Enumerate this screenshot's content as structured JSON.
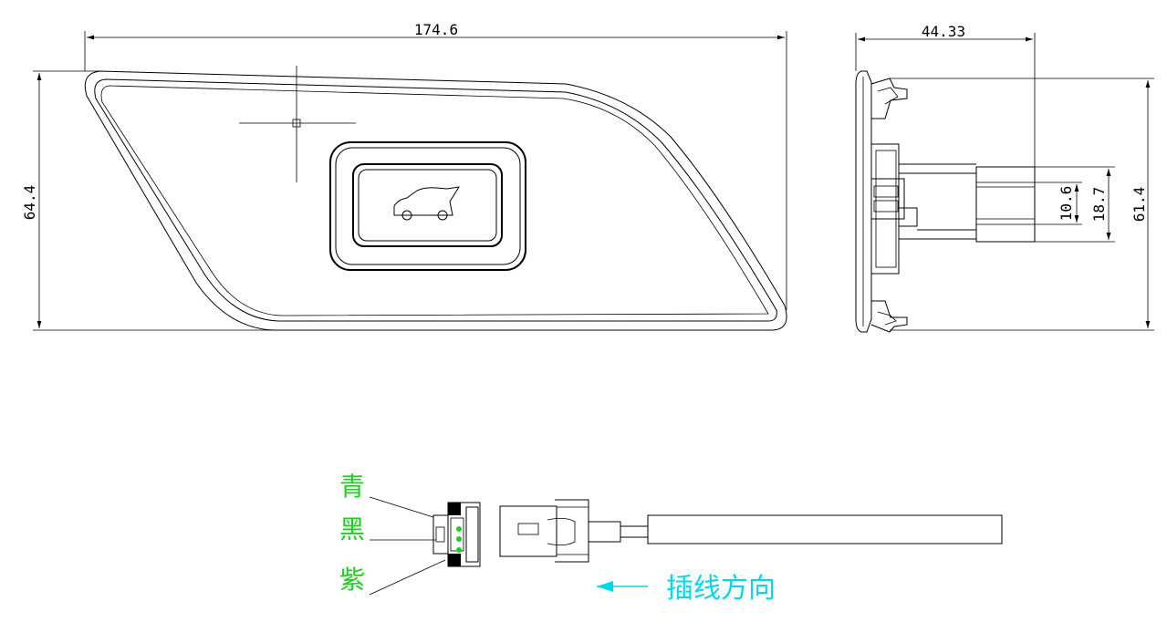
{
  "dimensions": {
    "front_width": "174.6",
    "front_height": "64.4",
    "side_depth": "44.33",
    "side_height": "61.4",
    "connector_inner": "10.6",
    "connector_outer": "18.7"
  },
  "wiring": {
    "wire_top": "青",
    "wire_middle": "黑",
    "wire_bottom": "紫",
    "insert_direction": "插线方向"
  },
  "colors": {
    "wire_label": "#22cc22",
    "direction_label": "#00d8e8",
    "line": "#000000"
  }
}
